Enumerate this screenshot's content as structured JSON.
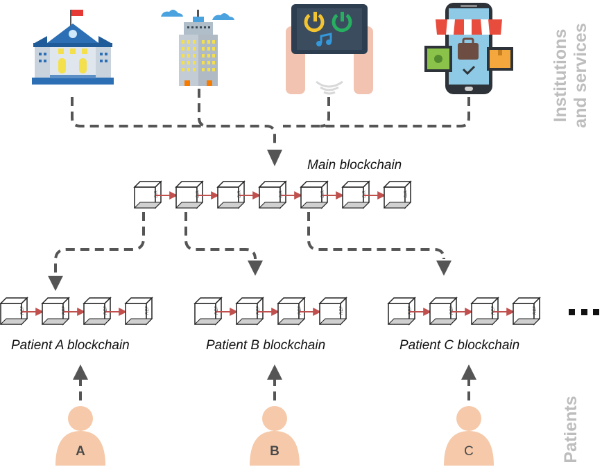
{
  "main_chain": {
    "title": "Main blockchain",
    "block_label": "DIR",
    "block_count": 7
  },
  "patient_chains": [
    {
      "title": "Patient A blockchain",
      "block_label": "REF",
      "block_count": 4,
      "patient_letter": "A"
    },
    {
      "title": "Patient B blockchain",
      "block_label": "REF",
      "block_count": 4,
      "patient_letter": "B"
    },
    {
      "title": "Patient C blockchain",
      "block_label": "REF",
      "block_count": 4,
      "patient_letter": "C"
    }
  ],
  "side_labels": {
    "institutions_line1": "Institutions",
    "institutions_line2": "and services",
    "patients": "Patients"
  },
  "icons": [
    "school-icon",
    "office-building-icon",
    "tablet-app-icon",
    "online-shop-icon"
  ],
  "colors": {
    "connector": "#555555",
    "chain_link": "#c0504d",
    "patient_skin": "#f5c9a9",
    "side_label": "#bdbdbd"
  }
}
